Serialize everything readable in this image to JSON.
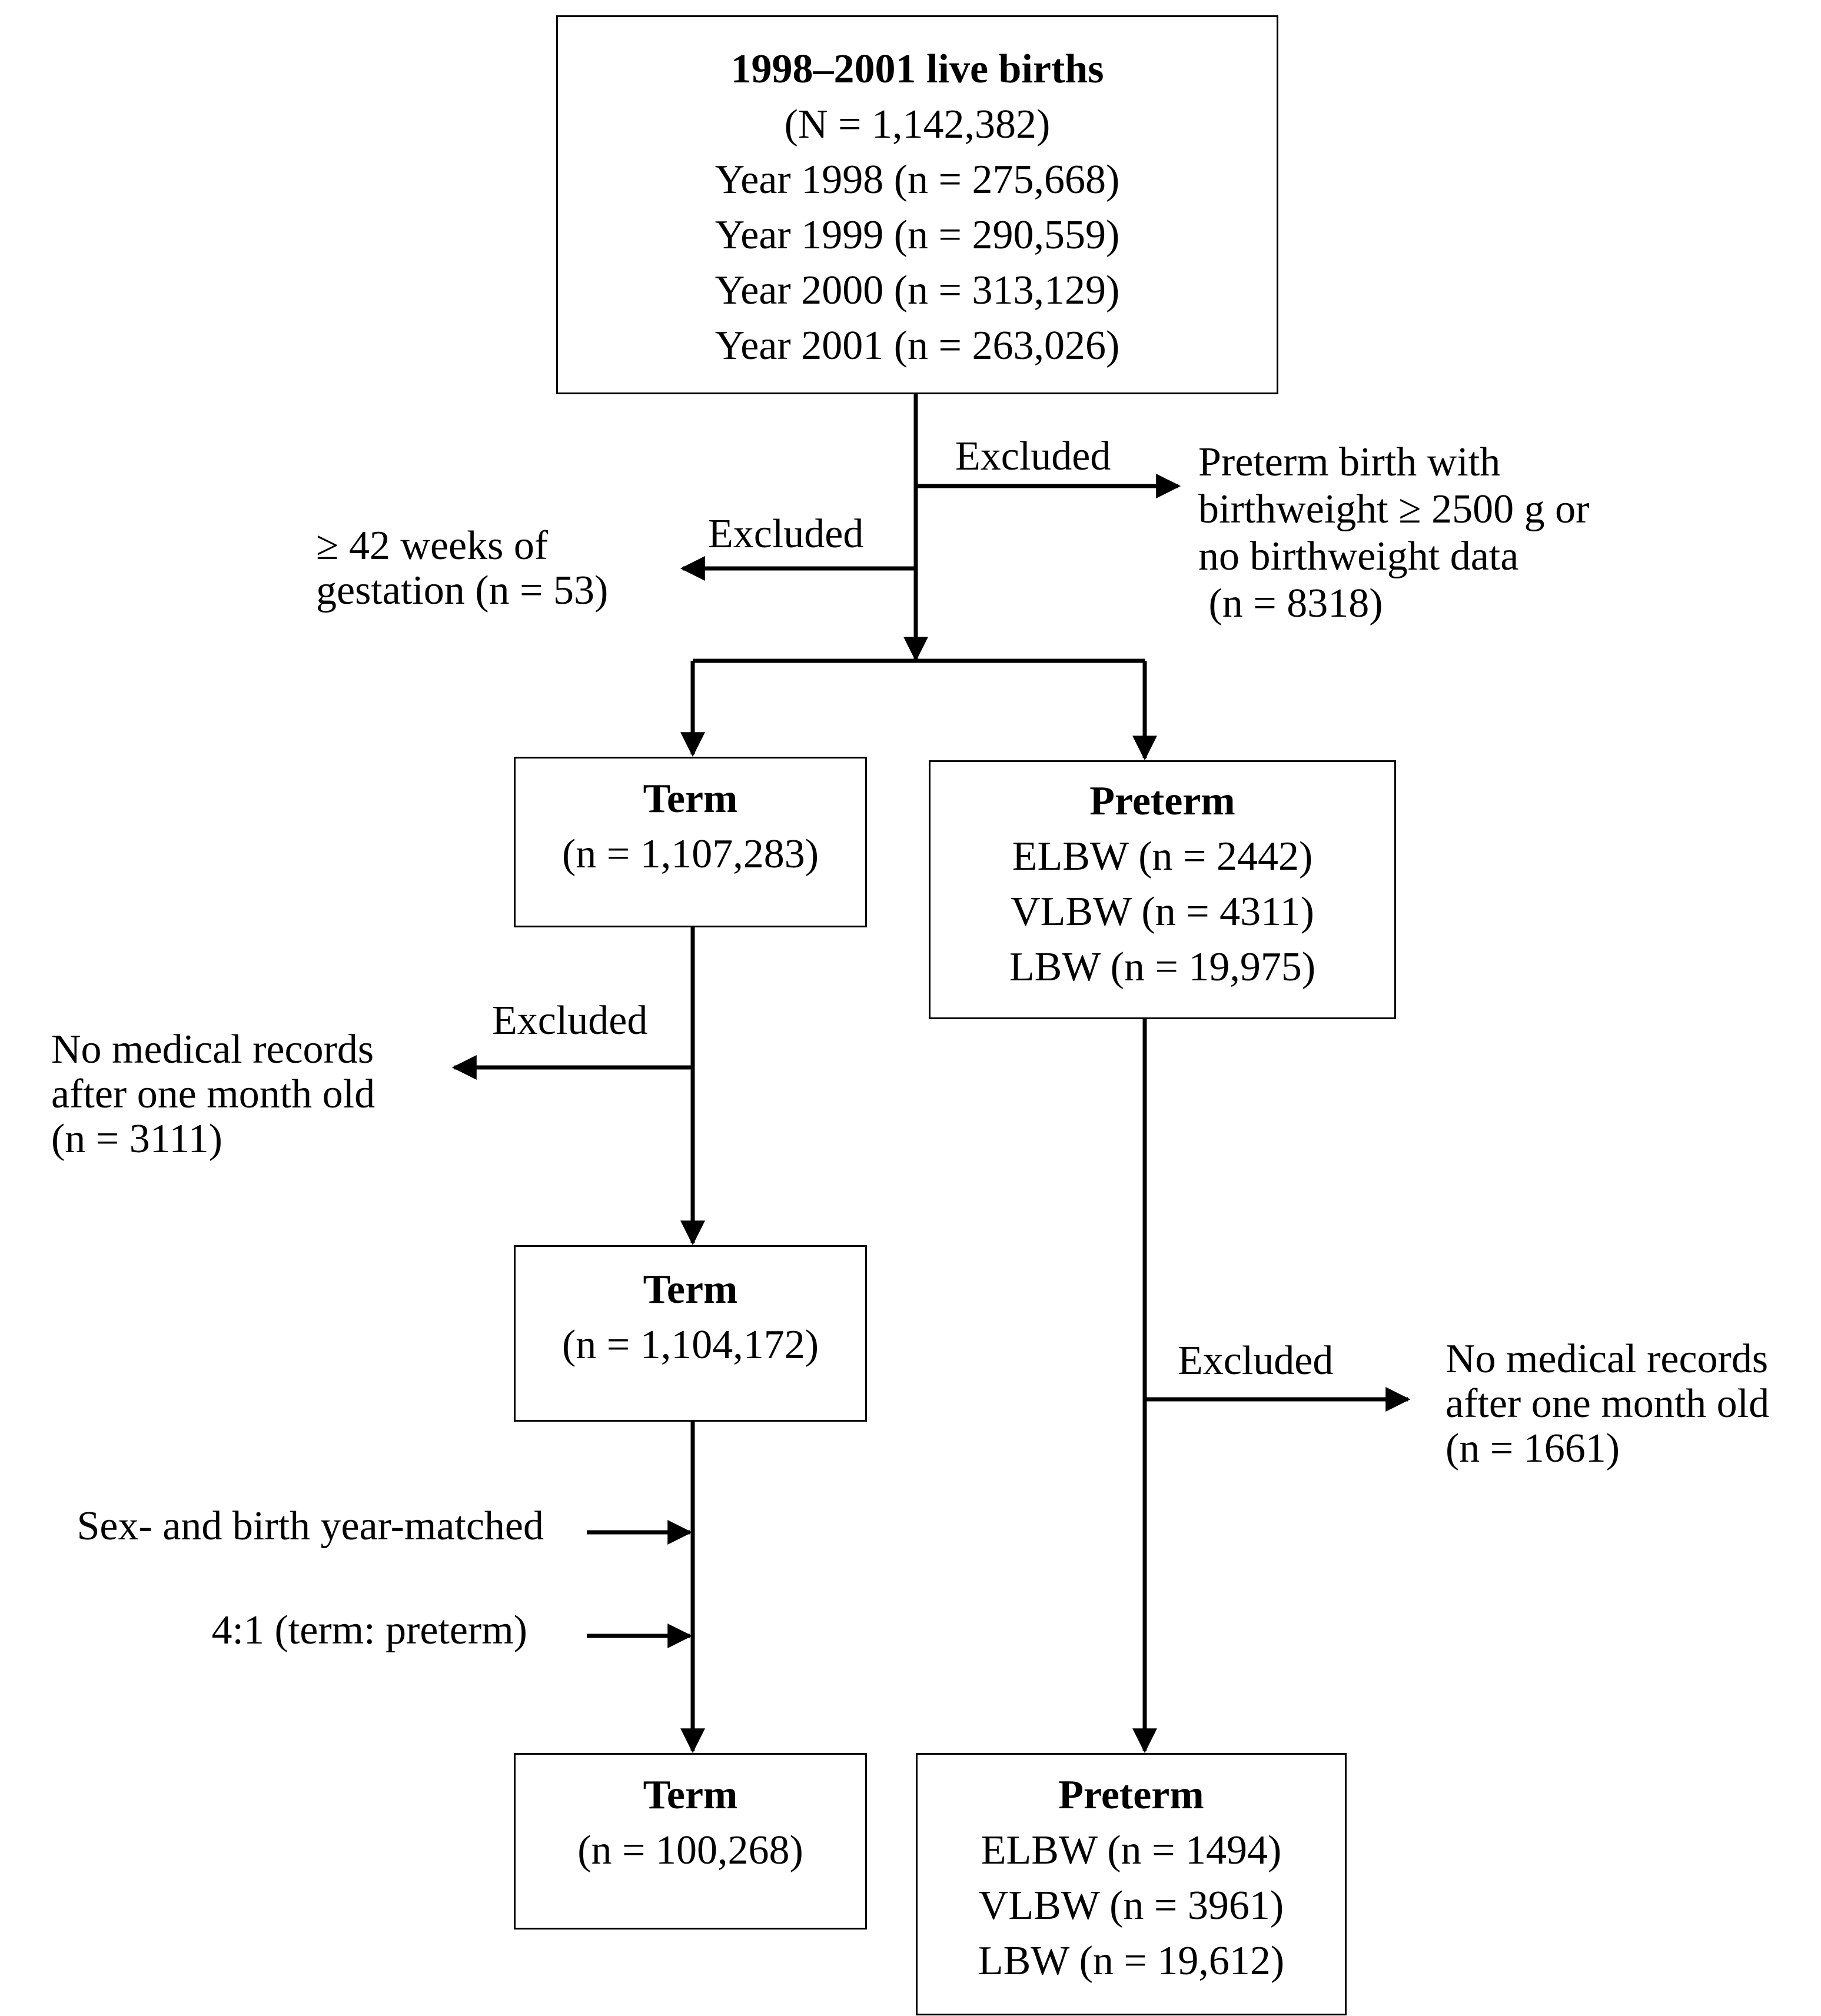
{
  "boxes": {
    "root": {
      "title": "1998–2001 live births",
      "lines": [
        "(N = 1,142,382)",
        "Year 1998 (n = 275,668)",
        "Year 1999 (n = 290,559)",
        "Year 2000 (n = 313,129)",
        "Year 2001 (n = 263,026)"
      ]
    },
    "term1": {
      "title": "Term",
      "lines": [
        "(n = 1,107,283)"
      ]
    },
    "preterm1": {
      "title": "Preterm",
      "lines": [
        "ELBW (n = 2442)",
        "VLBW (n = 4311)",
        "LBW (n = 19,975)"
      ]
    },
    "term2": {
      "title": "Term",
      "lines": [
        "(n = 1,104,172)"
      ]
    },
    "term3": {
      "title": "Term",
      "lines": [
        "(n = 100,268)"
      ]
    },
    "preterm2": {
      "title": "Preterm",
      "lines": [
        "ELBW (n = 1494)",
        "VLBW (n = 3961)",
        "LBW (n = 19,612)"
      ]
    }
  },
  "labels": {
    "excluded": "Excluded",
    "exclusion_preterm_weight": [
      "Preterm birth with",
      "birthweight ≥ 2500 g or",
      "no birthweight data",
      " (n = 8318)"
    ],
    "exclusion_gestation": [
      "≥ 42 weeks of",
      "gestation (n = 53)"
    ],
    "exclusion_term_records": [
      "No medical records",
      "after one month old",
      "(n = 3111)"
    ],
    "exclusion_preterm_records": [
      "No medical records",
      "after one month old",
      "(n = 1661)"
    ],
    "matching_sex_year": "Sex- and birth year-matched",
    "matching_ratio": "4:1 (term: preterm)"
  }
}
